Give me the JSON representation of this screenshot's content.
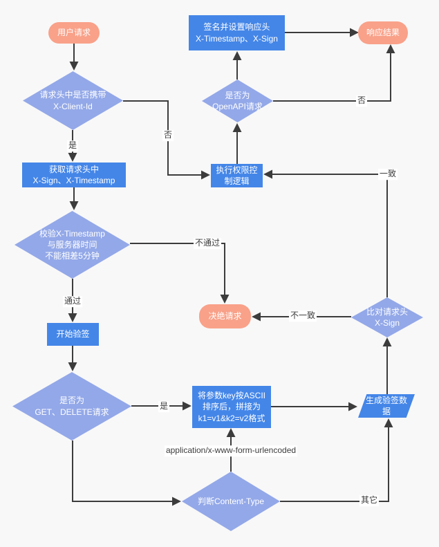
{
  "colors": {
    "background": "#F8F8F8",
    "process_fill": "#4486E8",
    "decision_fill": "#93A8E8",
    "terminal_fill": "#F9A189",
    "edge": "#3C3C3C",
    "label_text": "#3C3C3C",
    "node_text": "#FFFFFF"
  },
  "nodes": {
    "user_request": "用户请求",
    "sign_response": "签名并设置响应头\nX-Timestamp、X-Sign",
    "response_result": "响应结果",
    "check_client_id": "请求头中是否携带\nX-Client-Id",
    "is_openapi": "是否为\nOpenAPI请求",
    "get_headers": "获取请求头中\nX-Sign、X-Timestamp",
    "exec_permission": "执行权限控\n制逻辑",
    "check_timestamp": "校验X-Timestamp\n与服务器时间\n不能相差5分钟",
    "reject_request": "决绝请求",
    "compare_xsign": "比对请求头\nX-Sign",
    "start_verify": "开始验签",
    "is_get_delete": "是否为\nGET、DELETE请求",
    "sort_params": "将参数key按ASCII\n排序后，拼接为\nk1=v1&k2=v2格式",
    "gen_verify_data": "生成验签数\n据",
    "check_content_type": "判断Content-Type"
  },
  "edge_labels": {
    "no_client_id": "否",
    "yes_client_id": "是",
    "pass": "通过",
    "not_pass": "不通过",
    "not_openapi": "否",
    "match": "一致",
    "mismatch": "不一致",
    "yes_get_delete": "是",
    "form_urlencoded": "application/x-www-form-urlencoded",
    "other": "其它"
  }
}
